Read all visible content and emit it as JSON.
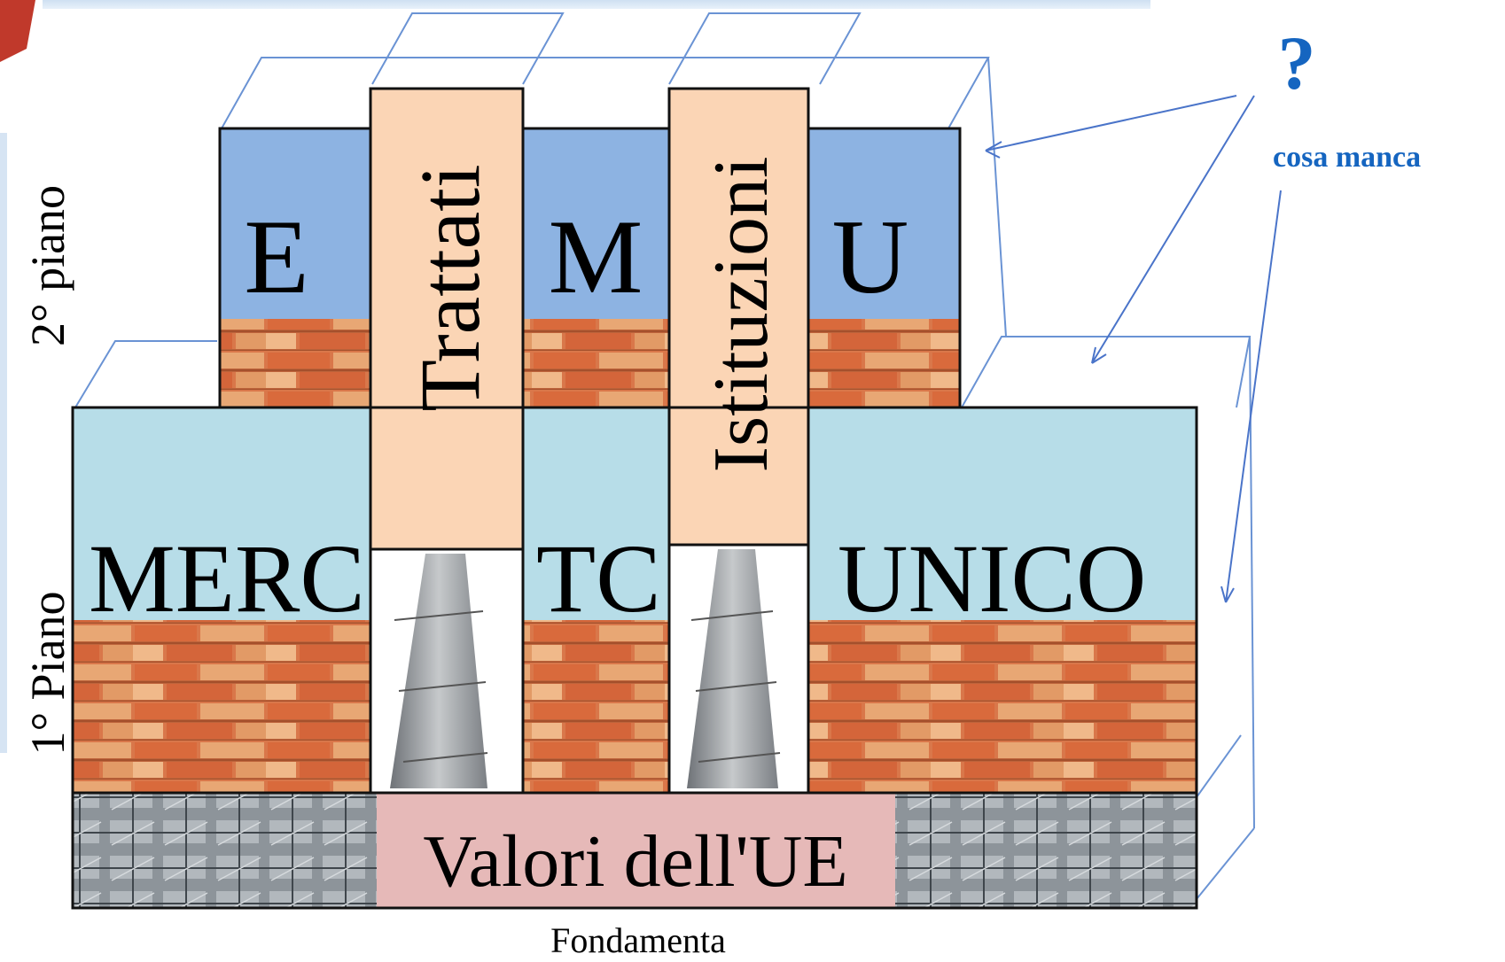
{
  "floors": {
    "second_floor_label": "2° piano",
    "first_floor_label": "1° Piano",
    "foundation_label": "Fondamenta"
  },
  "upper_letters": {
    "e": "E",
    "m": "M",
    "u": "U"
  },
  "mercato_parts": {
    "left": "MERC",
    "middle": "TC",
    "right": "UNICO"
  },
  "pillars": {
    "left": "Trattati",
    "right": "Istituzioni"
  },
  "foundation_text": "Valori dell'UE",
  "question": {
    "mark": "?",
    "text": "cosa manca"
  },
  "colors": {
    "upper_blue": "#8db3e2",
    "lower_lightblue": "#b7dde8",
    "pillar_peach": "#fbd5b5",
    "foundation_pink": "#e6b9b8",
    "arrow_blue": "#4a74c9",
    "question_blue": "#1565c0"
  }
}
